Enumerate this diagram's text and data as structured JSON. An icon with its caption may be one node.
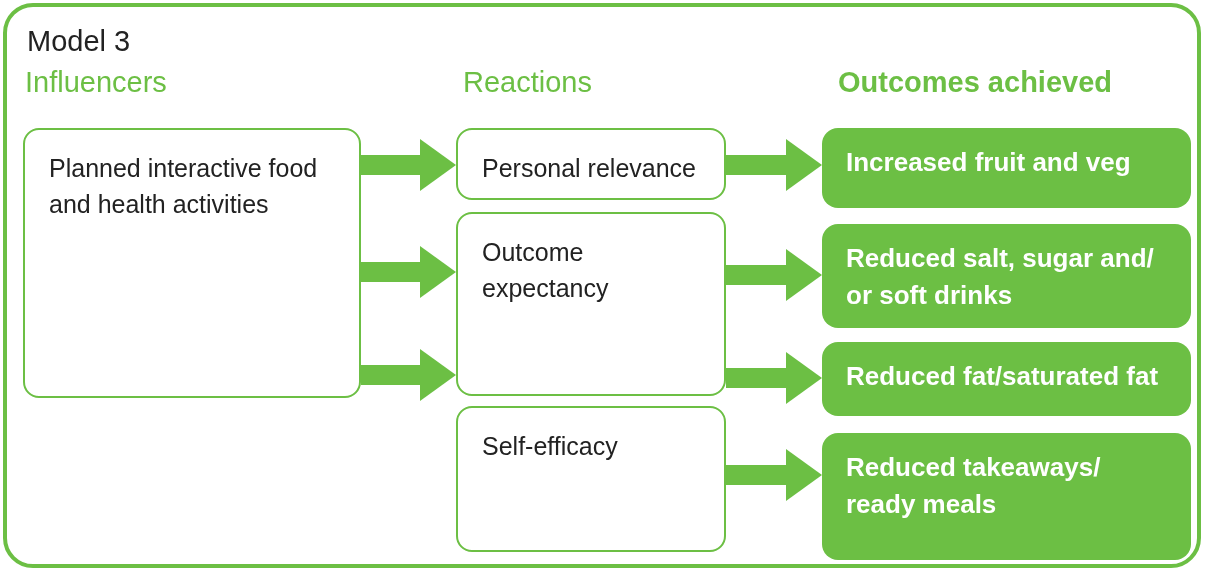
{
  "diagram": {
    "nodes": [
      {
        "text": [
          "Model 3"
        ]
      },
      {
        "text": [
          "Planned interactive food and health activities"
        ],
        "in": 0
      },
      {
        "text": [
          "Personal relevance"
        ],
        "in": 0
      },
      {
        "text": [
          "Outcome expectancy"
        ],
        "in": 0
      },
      {
        "text": [
          "Self-efficacy"
        ],
        "in": 0
      },
      {
        "text": [
          "Increased fruit and veg"
        ],
        "in": 0
      },
      {
        "text": [
          "Reduced salt, sugar and/ or soft drinks"
        ],
        "in": 0
      },
      {
        "text": [
          "Reduced fat/saturated fat"
        ],
        "in": 0
      },
      {
        "text": [
          "Reduced takeaways/ ready meals"
        ],
        "in": 0
      }
    ],
    "edges": [
      {
        "from": 1,
        "to": 2,
        "arrow": "to"
      },
      {
        "from": 1,
        "to": 3,
        "arrow": "to"
      },
      {
        "from": 1,
        "to": 3,
        "arrow": "to"
      },
      {
        "from": 2,
        "to": 5,
        "arrow": "to"
      },
      {
        "from": 3,
        "to": 6,
        "arrow": "to"
      },
      {
        "from": 3,
        "to": 7,
        "arrow": "to"
      },
      {
        "from": 4,
        "to": 8,
        "arrow": "to"
      }
    ],
    "labels": [
      "Influencers",
      "Reactions",
      "Outcomes achieved"
    ]
  }
}
